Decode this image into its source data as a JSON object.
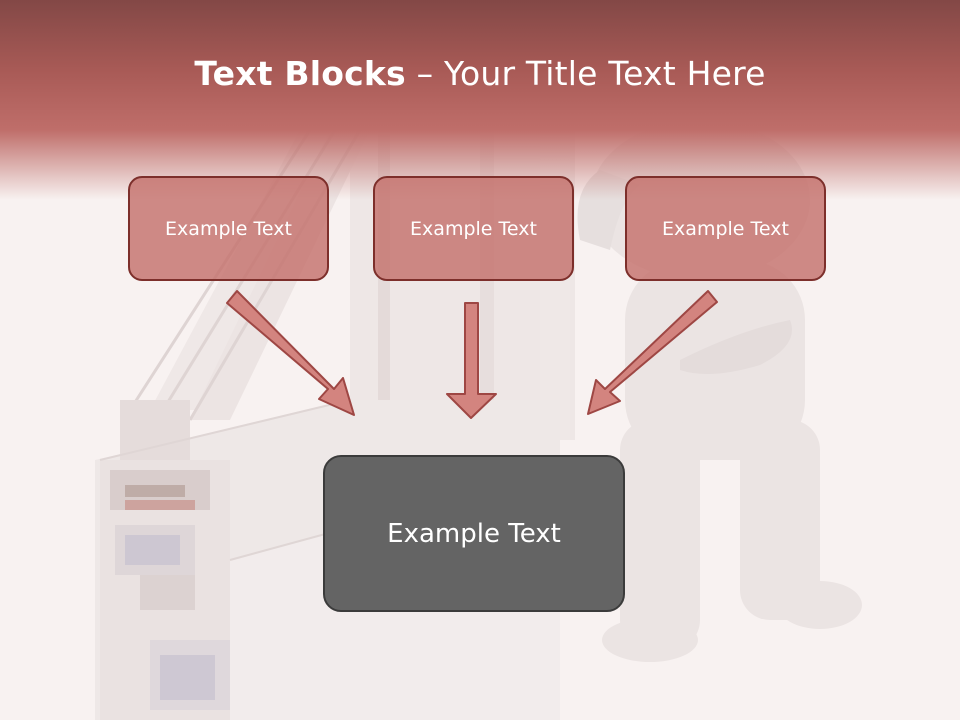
{
  "title": {
    "bold": "Text Blocks",
    "dash": " – ",
    "rest": "Your Title Text Here"
  },
  "boxes": {
    "box_1": "Example Text",
    "box_2": "Example Text",
    "box_3": "Example Text",
    "main": "Example Text"
  },
  "colors": {
    "header": "#a85a56",
    "box_fill": "#c4716d",
    "box_border": "#7d2f2b",
    "main_fill": "#646464",
    "arrow_fill": "#d3847f"
  }
}
